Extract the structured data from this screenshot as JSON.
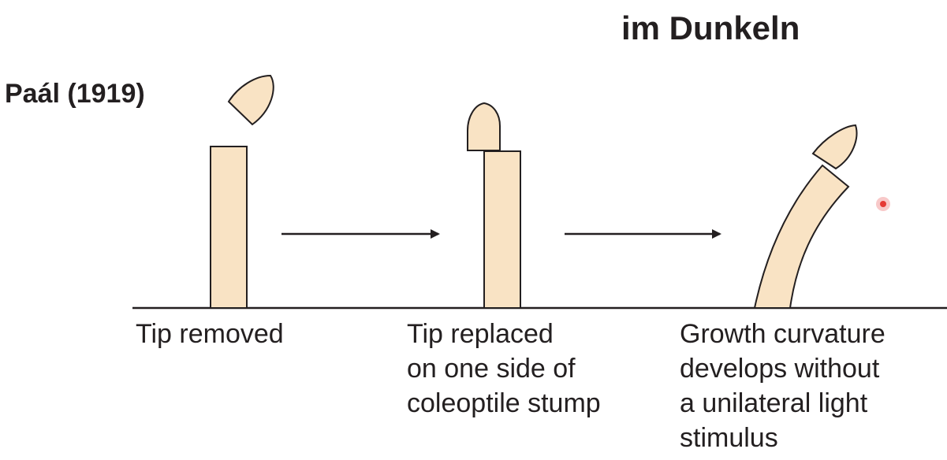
{
  "header": {
    "title": "im Dunkeln"
  },
  "author": {
    "label": "Paál (1919)"
  },
  "colors": {
    "tissue": "#f9e3c4",
    "outline": "#231f20",
    "pointer": "#e53935"
  },
  "steps": [
    {
      "lines": [
        "Tip removed"
      ]
    },
    {
      "lines": [
        "Tip replaced",
        "on one side of",
        "coleoptile stump"
      ]
    },
    {
      "lines": [
        "Growth curvature",
        "develops without",
        "a unilateral light",
        "stimulus"
      ]
    }
  ]
}
